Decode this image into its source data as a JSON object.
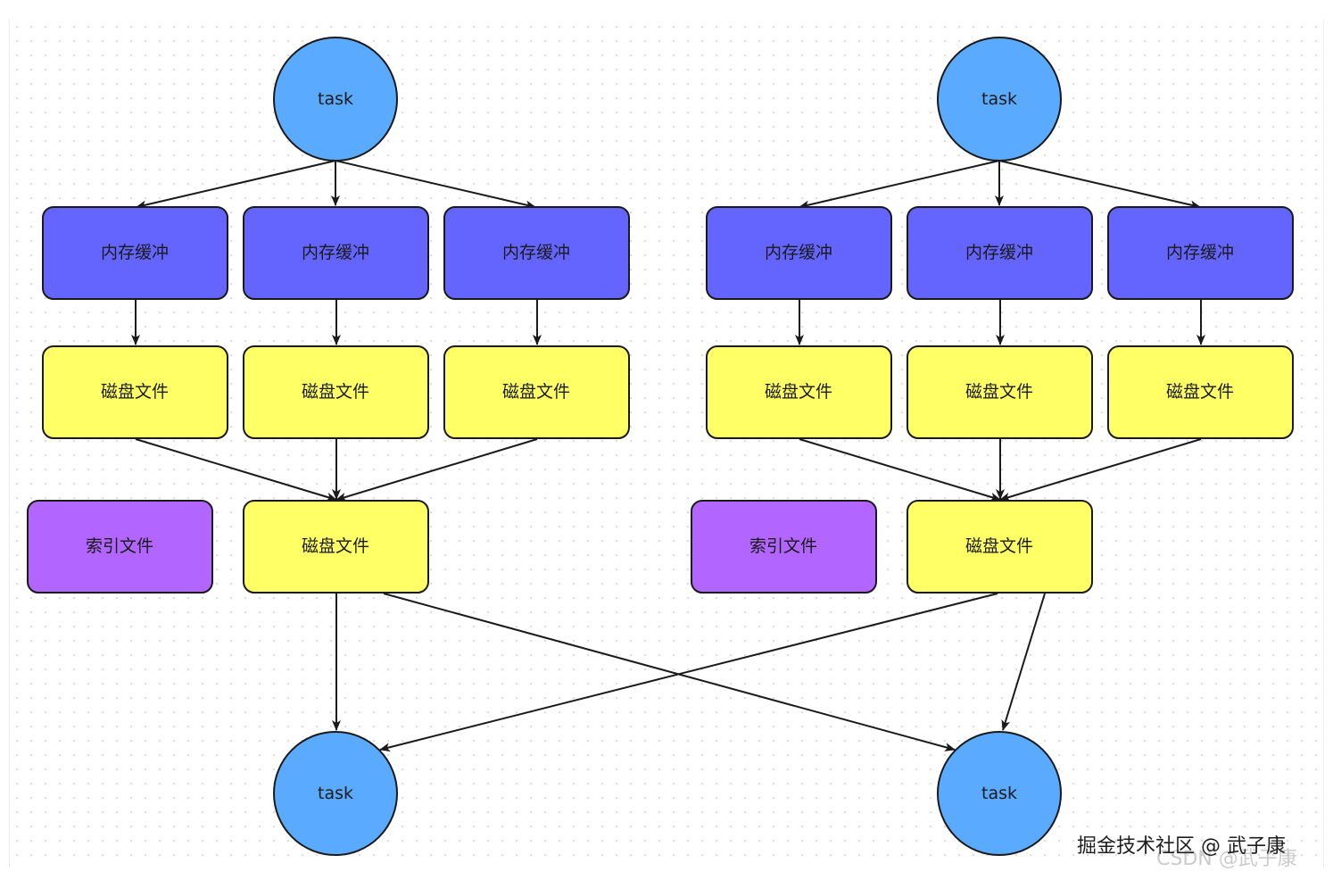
{
  "colors": {
    "task": "#5aabff",
    "memory": "#6464ff",
    "disk": "#ffff66",
    "index": "#b266ff",
    "stroke": "#1a1a1a"
  },
  "labels": {
    "task": "task",
    "memory_buffer": "内存缓冲",
    "disk_file": "磁盘文件",
    "index_file": "索引文件"
  },
  "left": {
    "task_top": "task",
    "buffers": [
      "内存缓冲",
      "内存缓冲",
      "内存缓冲"
    ],
    "disk_files": [
      "磁盘文件",
      "磁盘文件",
      "磁盘文件"
    ],
    "index_file": "索引文件",
    "merged_disk_file": "磁盘文件",
    "task_bottom": "task"
  },
  "right": {
    "task_top": "task",
    "buffers": [
      "内存缓冲",
      "内存缓冲",
      "内存缓冲"
    ],
    "disk_files": [
      "磁盘文件",
      "磁盘文件",
      "磁盘文件"
    ],
    "index_file": "索引文件",
    "merged_disk_file": "磁盘文件",
    "task_bottom": "task"
  },
  "watermark": {
    "primary": "掘金技术社区 @ 武子康",
    "secondary": "CSDN @武子康"
  }
}
